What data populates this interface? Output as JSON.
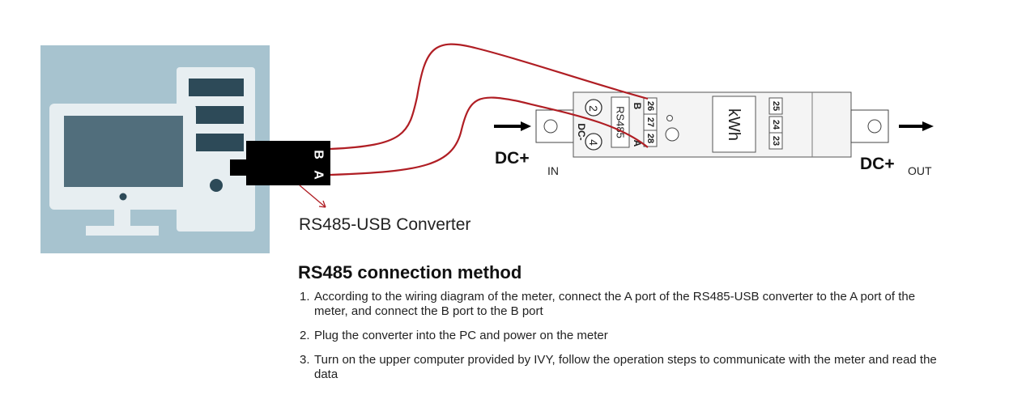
{
  "converter": {
    "pin_b": "B",
    "pin_a": "A",
    "label": "RS485-USB Converter"
  },
  "meter": {
    "terminal_2": "2",
    "terminal_4": "4",
    "dc_minus": "DC-",
    "pin_b": "B",
    "pin_a": "A",
    "rs485": "RS485",
    "terminals_left": [
      "26",
      "27",
      "28"
    ],
    "display": "kWh",
    "terminals_right": [
      "25",
      "24",
      "23"
    ]
  },
  "power": {
    "in_label": "DC+",
    "in_sub": "IN",
    "out_label": "DC+",
    "out_sub": "OUT"
  },
  "method": {
    "title_bold": "RS485",
    "title_rest": " connection method",
    "steps": [
      {
        "num": "1.",
        "text": "According to the wiring diagram of the meter, connect the A port of the RS485-USB converter to the A port of the meter, and connect the B port to the B port"
      },
      {
        "num": "2.",
        "text": "Plug the converter into the PC and power on the meter"
      },
      {
        "num": "3.",
        "text": "Turn on the upper computer provided by IVY, follow the operation steps to communicate with the meter and read the data"
      }
    ]
  },
  "colors": {
    "wire": "#b01e24",
    "computer_bg": "#a7c3cf",
    "screen": "#516e7c"
  }
}
